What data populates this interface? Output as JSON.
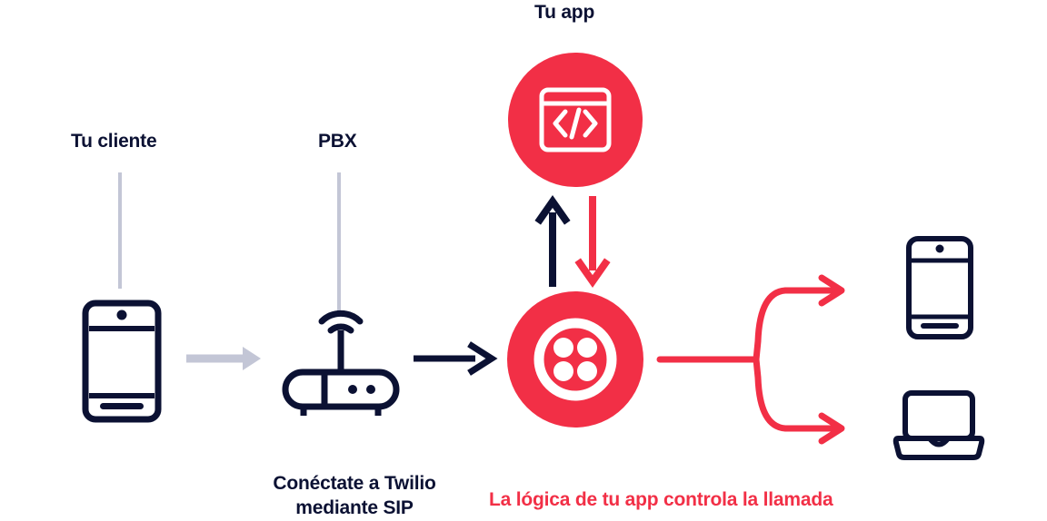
{
  "diagram": {
    "title_visible": false,
    "colors": {
      "red": "#f22f46",
      "navy": "#0b1133",
      "gray": "#c3c6d6",
      "white": "#ffffff",
      "background": "#ffffff"
    },
    "labels": {
      "client": "Tu cliente",
      "pbx": "PBX",
      "app": "Tu app",
      "sip_line1": "Conéctate a Twilio",
      "sip_line2": "mediante SIP",
      "app_logic": "La lógica de tu app controla la llamada"
    },
    "nodes": [
      {
        "id": "client-phone",
        "icon": "smartphone-icon",
        "label": "Tu cliente",
        "color": "#0b1133"
      },
      {
        "id": "pbx-router",
        "icon": "router-wifi-icon",
        "label": "PBX",
        "color": "#0b1133"
      },
      {
        "id": "app-code",
        "icon": "code-window-icon",
        "label": "Tu app",
        "color": "#f22f46"
      },
      {
        "id": "twilio-logo",
        "icon": "twilio-logo-icon",
        "label": "",
        "color": "#f22f46"
      },
      {
        "id": "dest-phone",
        "icon": "smartphone-icon",
        "label": "",
        "color": "#0b1133"
      },
      {
        "id": "dest-laptop",
        "icon": "laptop-icon",
        "label": "",
        "color": "#0b1133"
      }
    ],
    "connectors": [
      {
        "id": "client-to-pbx",
        "icon": "arrow-right-icon",
        "color": "#c3c6d6",
        "from": "client-phone",
        "to": "pbx-router"
      },
      {
        "id": "pbx-to-twilio",
        "icon": "arrow-right-icon",
        "color": "#0b1133",
        "from": "pbx-router",
        "to": "twilio-logo"
      },
      {
        "id": "twilio-to-app",
        "icon": "arrow-up-icon",
        "color": "#0b1133",
        "from": "twilio-logo",
        "to": "app-code"
      },
      {
        "id": "app-to-twilio",
        "icon": "arrow-down-icon",
        "color": "#f22f46",
        "from": "app-code",
        "to": "twilio-logo"
      },
      {
        "id": "twilio-branch",
        "icon": "branching-arrow-icon",
        "color": "#f22f46",
        "from": "twilio-logo",
        "to": "dest-phone, dest-laptop"
      }
    ]
  }
}
